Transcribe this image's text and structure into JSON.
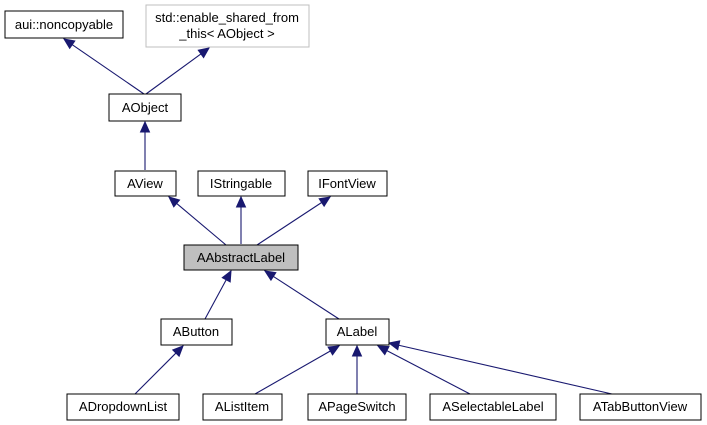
{
  "nodes": {
    "noncopyable": {
      "label": "aui::noncopyable"
    },
    "enable_shared": {
      "label_line1": "std::enable_shared_from",
      "label_line2": "_this< AObject >"
    },
    "aobject": {
      "label": "AObject"
    },
    "aview": {
      "label": "AView"
    },
    "istringable": {
      "label": "IStringable"
    },
    "ifontview": {
      "label": "IFontView"
    },
    "aabstractlabel": {
      "label": "AAbstractLabel"
    },
    "abutton": {
      "label": "AButton"
    },
    "alabel": {
      "label": "ALabel"
    },
    "adropdownlist": {
      "label": "ADropdownList"
    },
    "alistitem": {
      "label": "AListItem"
    },
    "apageswitch": {
      "label": "APageSwitch"
    },
    "aselectablelabel": {
      "label": "ASelectableLabel"
    },
    "atabbuttonview": {
      "label": "ATabButtonView"
    }
  },
  "edges": [
    {
      "from": "aobject",
      "to": "noncopyable"
    },
    {
      "from": "aobject",
      "to": "enable_shared"
    },
    {
      "from": "aview",
      "to": "aobject"
    },
    {
      "from": "aabstractlabel",
      "to": "aview"
    },
    {
      "from": "aabstractlabel",
      "to": "istringable"
    },
    {
      "from": "aabstractlabel",
      "to": "ifontview"
    },
    {
      "from": "abutton",
      "to": "aabstractlabel"
    },
    {
      "from": "alabel",
      "to": "aabstractlabel"
    },
    {
      "from": "adropdownlist",
      "to": "abutton"
    },
    {
      "from": "alistitem",
      "to": "alabel"
    },
    {
      "from": "apageswitch",
      "to": "alabel"
    },
    {
      "from": "aselectablelabel",
      "to": "alabel"
    },
    {
      "from": "atabbuttonview",
      "to": "alabel"
    }
  ],
  "colors": {
    "edge": "#191970",
    "focus_fill": "#bfbfbf",
    "external_border": "#bfbfbf",
    "node_border": "#000000"
  }
}
